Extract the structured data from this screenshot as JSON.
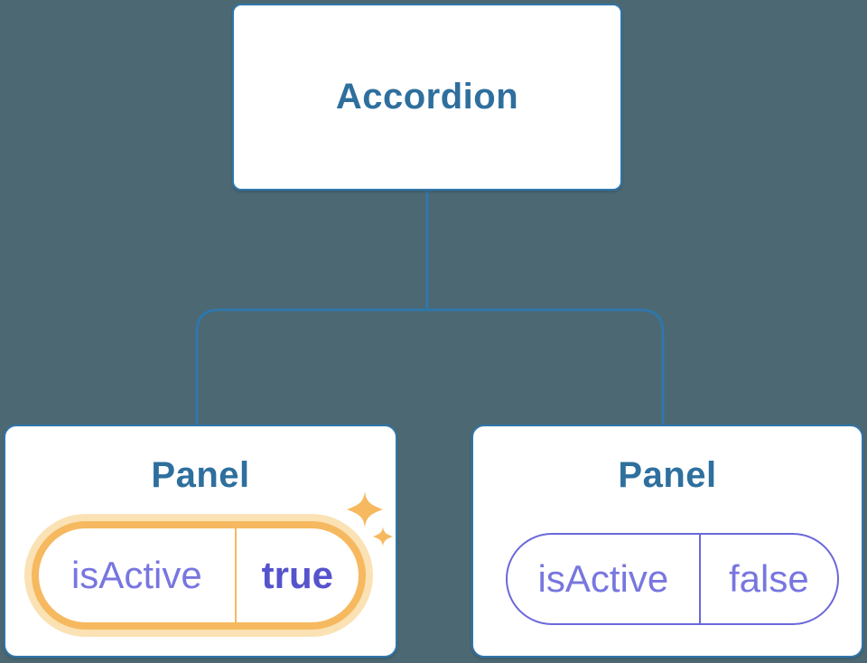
{
  "diagram": {
    "title_hint": "Accordion component tree with Panel state",
    "root": {
      "label": "Accordion"
    },
    "children": [
      {
        "label": "Panel",
        "prop": {
          "name": "isActive",
          "value": "true"
        },
        "active": true,
        "icon": "sparkles"
      },
      {
        "label": "Panel",
        "prop": {
          "name": "isActive",
          "value": "false"
        },
        "active": false
      }
    ]
  },
  "colors": {
    "bg": "#4C6872",
    "line": "#3076AB",
    "title": "#2E6F9E",
    "card": "#FFFFFF",
    "purple": "#7876DF",
    "purple_bold": "#5653CD",
    "purple_border": "#6B68DA",
    "orange": "#F6B95F",
    "orange_glow": "#FAE2B4"
  }
}
